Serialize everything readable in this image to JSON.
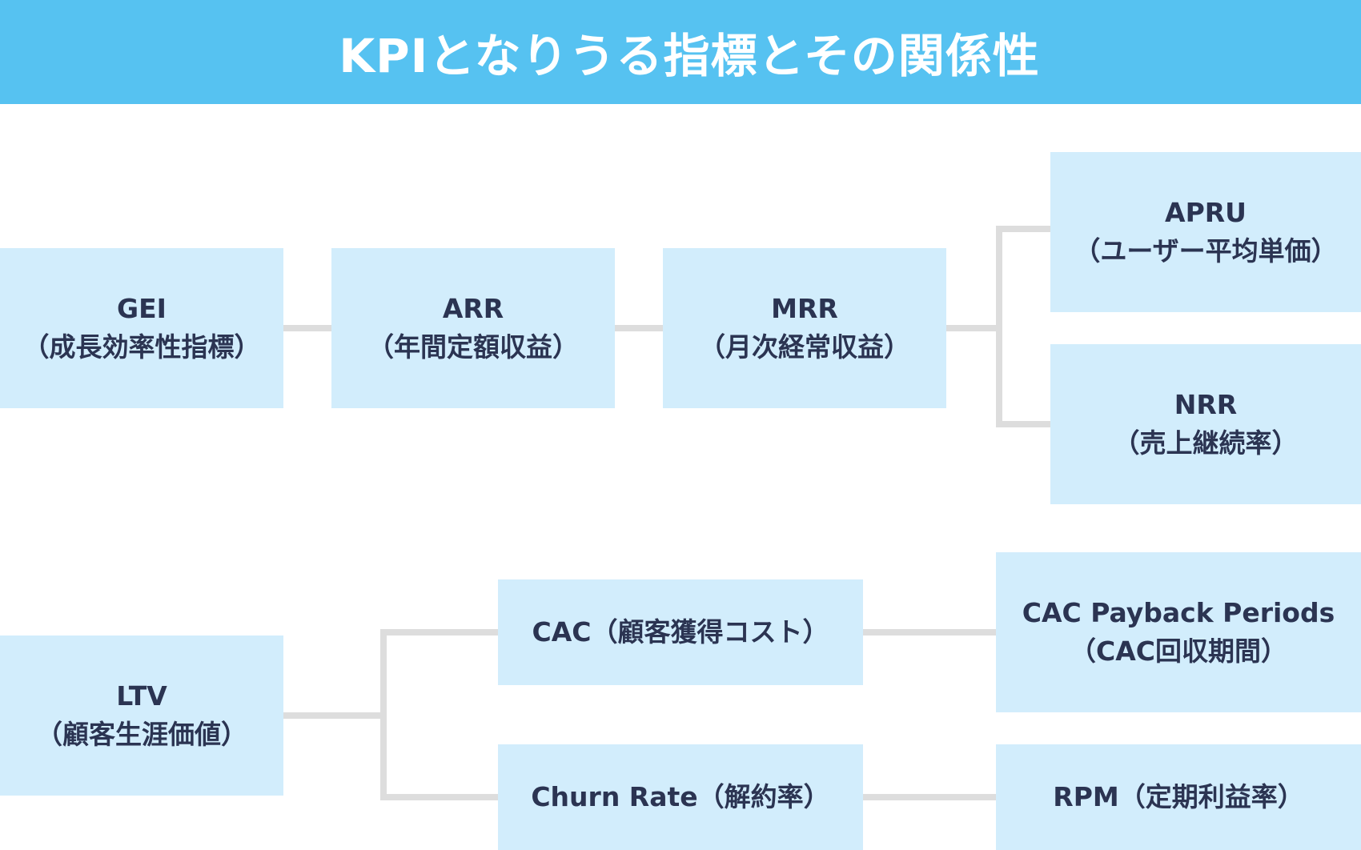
{
  "title": "KPIとなりうる指標とその関係性",
  "colors": {
    "title_bar": "#56c2f1",
    "node_fill": "#d2edfc",
    "node_text": "#2b3452",
    "connector": "#dddddd"
  },
  "nodes": {
    "gei": {
      "line1": "GEI",
      "line2": "（成長効率性指標）"
    },
    "arr": {
      "line1": "ARR",
      "line2": "（年間定額収益）"
    },
    "mrr": {
      "line1": "MRR",
      "line2": "（月次経常収益）"
    },
    "apru": {
      "line1": "APRU",
      "line2": "（ユーザー平均単価）"
    },
    "nrr": {
      "line1": "NRR",
      "line2": "（売上継続率）"
    },
    "ltv": {
      "line1": "LTV",
      "line2": "（顧客生涯価値）"
    },
    "cac": {
      "line1": "CAC（顧客獲得コスト）"
    },
    "churn": {
      "line1": "Churn Rate（解約率）"
    },
    "payback": {
      "line1": "CAC Payback Periods",
      "line2": "（CAC回収期間）"
    },
    "rpm": {
      "line1": "RPM（定期利益率）"
    }
  }
}
